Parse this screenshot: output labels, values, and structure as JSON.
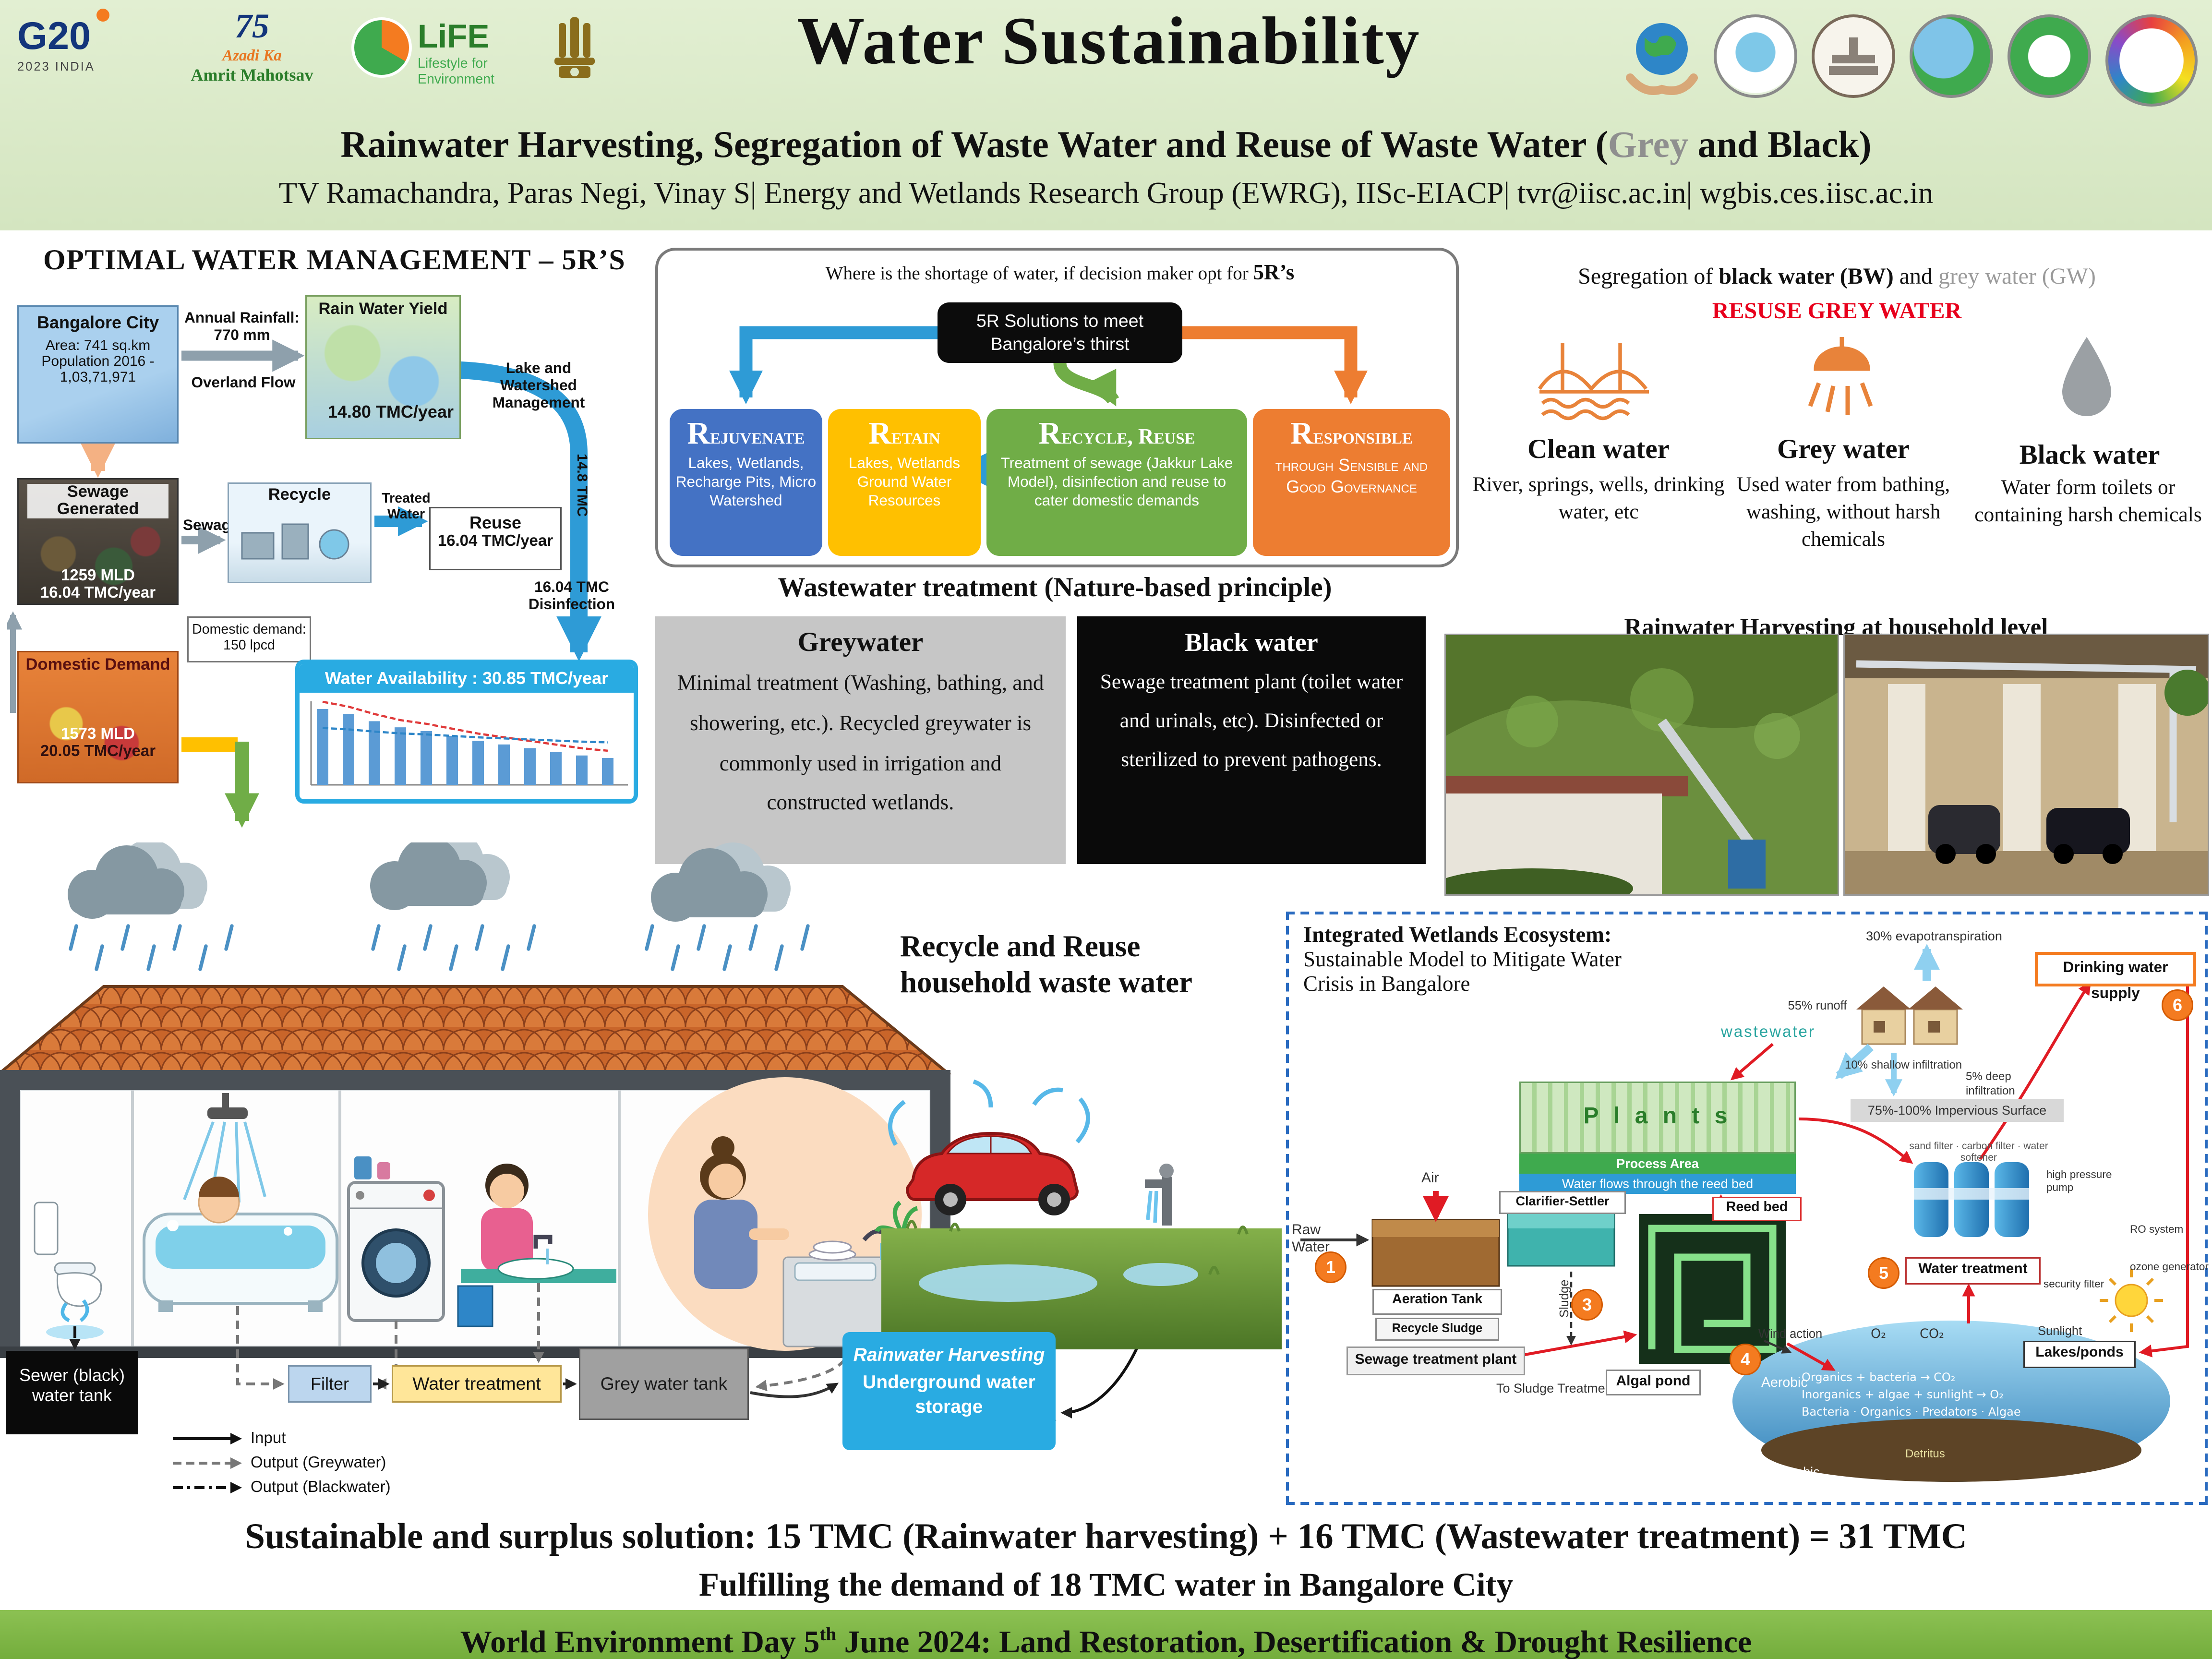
{
  "colors": {
    "header_bg": "#d9e7c8",
    "band_green": "#7cb342",
    "rejuvenate": "#4472c4",
    "retain": "#ffc000",
    "recycle_reuse": "#70ad47",
    "responsible": "#ed7d31",
    "accent_red": "#e8001c",
    "water_blue": "#29abe2"
  },
  "header": {
    "title": "Water Sustainability",
    "subtitle_pre": "Rainwater Harvesting, Segregation of Waste Water and Reuse of Waste Water (",
    "subtitle_grey": "Grey",
    "subtitle_post": " and Black)",
    "authors": "TV Ramachandra, Paras Negi, Vinay S|  Energy and Wetlands Research Group (EWRG), IISc-EIACP|  tvr@iisc.ac.in|  wgbis.ces.iisc.ac.in",
    "logos": {
      "g20_main": "G20",
      "g20_sub": "2023 INDIA",
      "azadi_75": "75",
      "azadi_line1": "Azadi Ka",
      "azadi_line2": "Amrit Mahotsav",
      "life_main": "LiFE",
      "life_sub1": "Lifestyle for",
      "life_sub2": "Environment"
    }
  },
  "left_panel": {
    "heading": "OPTIMAL WATER MANAGEMENT – 5R’S",
    "bangalore_title": "Bangalore City",
    "bangalore_area": "Area: 741 sq.km",
    "bangalore_pop1": "Population 2016 -",
    "bangalore_pop2": "1,03,71,971",
    "annual_rainfall": "Annual Rainfall: 770 mm",
    "overland_flow": "Overland Flow",
    "rain_yield_title": "Rain Water Yield",
    "rain_yield_value": "14.80 TMC/year",
    "lake_mgmt": "Lake and Watershed Management",
    "tmc_arrow": "14.8 TMC",
    "sewage_title": "Sewage Generated",
    "sewage_label": "Sewage",
    "sewage_mld": "1259 MLD",
    "sewage_tmc": "16.04 TMC/year",
    "recycle_title": "Recycle",
    "treated_water": "Treated Water",
    "reuse_title": "Reuse",
    "reuse_value": "16.04 TMC/year",
    "disinfect_tmc": "16.04 TMC",
    "disinfect_label": "Disinfection",
    "domestic_note": "Domestic demand: 150 lpcd",
    "domestic_title": "Domestic Demand",
    "domestic_mld": "1573 MLD",
    "domestic_tmc": "20.05 TMC/year",
    "availability_title": "Water Availability : 30.85 TMC/year",
    "availability_bars": [
      62,
      58,
      52,
      47,
      44,
      40,
      36,
      33,
      30,
      27,
      24,
      22
    ]
  },
  "five_r": {
    "question_pre": "Where is the shortage of water, if decision maker opt for ",
    "question_bold": "5R’s",
    "solution_line1": "5R Solutions to meet",
    "solution_line2": "Bangalore’s thirst",
    "boxes": [
      {
        "title": "Rejuvenate",
        "body": "Lakes, Wetlands, Recharge Pits, Micro Watershed"
      },
      {
        "title": "Retain",
        "body": "Lakes, Wetlands Ground Water Resources"
      },
      {
        "title": "Recycle, Reuse",
        "body": "Treatment of sewage (Jakkur Lake Model), disinfection and reuse to cater domestic demands"
      },
      {
        "title": "Responsible",
        "body": "through Sensible and Good Governance"
      }
    ]
  },
  "wastewater": {
    "heading": "Wastewater treatment (Nature-based principle)",
    "grey_title": "Greywater",
    "grey_body": "Minimal treatment (Washing, bathing, and showering, etc.).  Recycled greywater is commonly used in irrigation and constructed wetlands.",
    "black_title": "Black water",
    "black_body": "Sewage treatment plant (toilet water and urinals, etc). Disinfected or sterilized to prevent pathogens."
  },
  "segregation": {
    "heading_pre": "Segregation of ",
    "heading_bw": "black water (BW)",
    "heading_and": " and ",
    "heading_gw": "grey water (GW)",
    "reuse_grey": "RESUSE GREY WATER",
    "clean_title": "Clean water",
    "clean_body": "River, springs, wells, drinking water, etc",
    "grey_title": "Grey water",
    "grey_body": "Used water from bathing, washing, without harsh chemicals",
    "black_title": "Black water",
    "black_body": "Water form toilets or containing harsh chemicals",
    "harvest_heading": "Rainwater Harvesting at household level"
  },
  "house": {
    "recycle_line1": "Recycle and Reuse",
    "recycle_line2": "household waste water",
    "sewer_tank": "Sewer (black) water tank",
    "filter": "Filter",
    "water_treatment": "Water treatment",
    "grey_tank": "Grey water tank",
    "rwh_line1": "Rainwater Harvesting",
    "rwh_line2": "Underground water storage",
    "legend_input": "Input",
    "legend_grey": "Output (Greywater)",
    "legend_black": "Output (Blackwater)"
  },
  "wetlands": {
    "title_bold": "Integrated Wetlands Ecosystem:",
    "title_line2": "Sustainable Model to Mitigate Water",
    "title_line3": "Crisis in Bangalore",
    "wastewater": "wastewater",
    "evapo": "30% evapotranspiration",
    "runoff": "55% runoff",
    "shallow": "10% shallow infiltration",
    "deep": "5% deep infiltration",
    "impervious": "75%-100% Impervious Surface",
    "drinking": "Drinking water supply",
    "plants": "P l a n t s",
    "process_area": "Process Area",
    "reed_flow": "Water flows through the reed bed",
    "reed_bed": "Reed bed",
    "raw_water": "Raw Water",
    "air": "Air",
    "aeration": "Aeration Tank",
    "clarifier": "Clarifier-Settler",
    "recycle_sludge": "Recycle Sludge",
    "stp": "Sewage treatment plant",
    "to_sludge": "To Sludge Treatment",
    "sludge": "Sludge",
    "algal_pond": "Algal pond",
    "water_treatment": "Water treatment",
    "filters_caption": "sand filter · carbon filter · water softener",
    "high_pressure": "high pressure pump",
    "ro": "RO system",
    "ozone": "ozone generator",
    "security": "security filter",
    "wind": "Wind action",
    "o2": "O₂",
    "co2": "CO₂",
    "sunlight": "Sunlight",
    "lakes_ponds": "Lakes/ponds",
    "aerobic": "Aerobic",
    "anaerobic": "Anaerobic",
    "lake_line1": "Organics + bacteria → CO₂",
    "lake_line2": "Inorganics + algae + sunlight → O₂",
    "lake_line3": "Bacteria · Organics · Predators · Algae",
    "detritus": "Detritus",
    "steps": [
      "1",
      "3",
      "4",
      "5",
      "6"
    ]
  },
  "footer": {
    "summary1": "Sustainable and surplus solution: 15 TMC (Rainwater harvesting) + 16 TMC (Wastewater treatment) = 31 TMC",
    "summary2": "Fulfilling the demand of 18 TMC water in Bangalore City",
    "band_pre": "World Environment Day 5",
    "band_sup": "th",
    "band_post": " June 2024: Land Restoration, Desertification & Drought Resilience"
  }
}
